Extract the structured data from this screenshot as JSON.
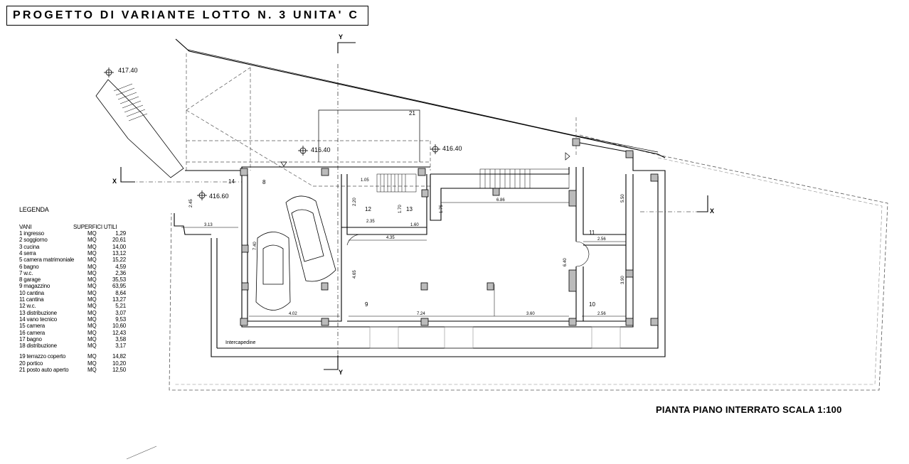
{
  "title": "PROGETTO DI VARIANTE LOTTO N. 3 UNITA' C",
  "caption": "PIANTA PIANO INTERRATO  SCALA 1:100",
  "legend": {
    "heading": "LEGENDA",
    "col_rooms": "VANI",
    "col_area": "SUPERFICI UTILI",
    "rows": [
      {
        "name": "1 ingresso",
        "unit": "MQ",
        "value": "1,29"
      },
      {
        "name": "2 soggiorno",
        "unit": "MQ",
        "value": "20,61"
      },
      {
        "name": "3 cucina",
        "unit": "MQ",
        "value": "14,00"
      },
      {
        "name": "4 serra",
        "unit": "MQ",
        "value": "13,12"
      },
      {
        "name": "5 camera matrimoniale",
        "unit": "MQ",
        "value": "15,22"
      },
      {
        "name": "6 bagno",
        "unit": "MQ",
        "value": "4,59"
      },
      {
        "name": "7 w.c.",
        "unit": "MQ",
        "value": "2,36"
      },
      {
        "name": "8 garage",
        "unit": "MQ",
        "value": "35,53"
      },
      {
        "name": "9 magazzino",
        "unit": "MQ",
        "value": "63,95"
      },
      {
        "name": "10 cantina",
        "unit": "MQ",
        "value": "8,64"
      },
      {
        "name": "11 cantina",
        "unit": "MQ",
        "value": "13,27"
      },
      {
        "name": "12 w.c.",
        "unit": "MQ",
        "value": "5,21"
      },
      {
        "name": "13 distribuzione",
        "unit": "MQ",
        "value": "3,07"
      },
      {
        "name": "14 vano tecnico",
        "unit": "MQ",
        "value": "9,53"
      },
      {
        "name": "15 camera",
        "unit": "MQ",
        "value": "10,60"
      },
      {
        "name": "16 camera",
        "unit": "MQ",
        "value": "12,43"
      },
      {
        "name": "17 bagno",
        "unit": "MQ",
        "value": "3,58"
      },
      {
        "name": "18 distribuzione",
        "unit": "MQ",
        "value": "3,17"
      },
      {
        "name": "19 terrazzo coperto",
        "unit": "MQ",
        "value": "14,82"
      },
      {
        "name": "20 portico",
        "unit": "MQ",
        "value": "10,20"
      },
      {
        "name": "21 posto auto aperto",
        "unit": "MQ",
        "value": "12,50"
      }
    ]
  },
  "elevations": {
    "e1": "417.40",
    "e2": "416.40",
    "e3": "416.40",
    "e4": "416.60"
  },
  "section_marks": {
    "y_top": "Y",
    "y_bottom": "Y",
    "x_left": "X",
    "x_right": "X"
  },
  "room_labels": {
    "r8": "8",
    "r9": "9",
    "r10": "10",
    "r11": "11",
    "r12": "12",
    "r13": "13",
    "r14": "14",
    "r21": "21",
    "inter": "Intercapedine"
  },
  "dimensions": {
    "d313": "3.13",
    "d402": "4.02",
    "d724": "7.24",
    "d360": "3.60",
    "d256a": "2.56",
    "d256b": "2.56",
    "d435": "4.35",
    "d686": "6.86",
    "d170": "1.70",
    "d175": "1.75",
    "d160": "1.60",
    "d105": "1.05",
    "d465": "4.65",
    "d640": "6.40",
    "d390": "3.90",
    "d550": "5.50",
    "d235": "2.35",
    "d740": "7.40",
    "d245": "2.45",
    "d220": "2.20"
  }
}
